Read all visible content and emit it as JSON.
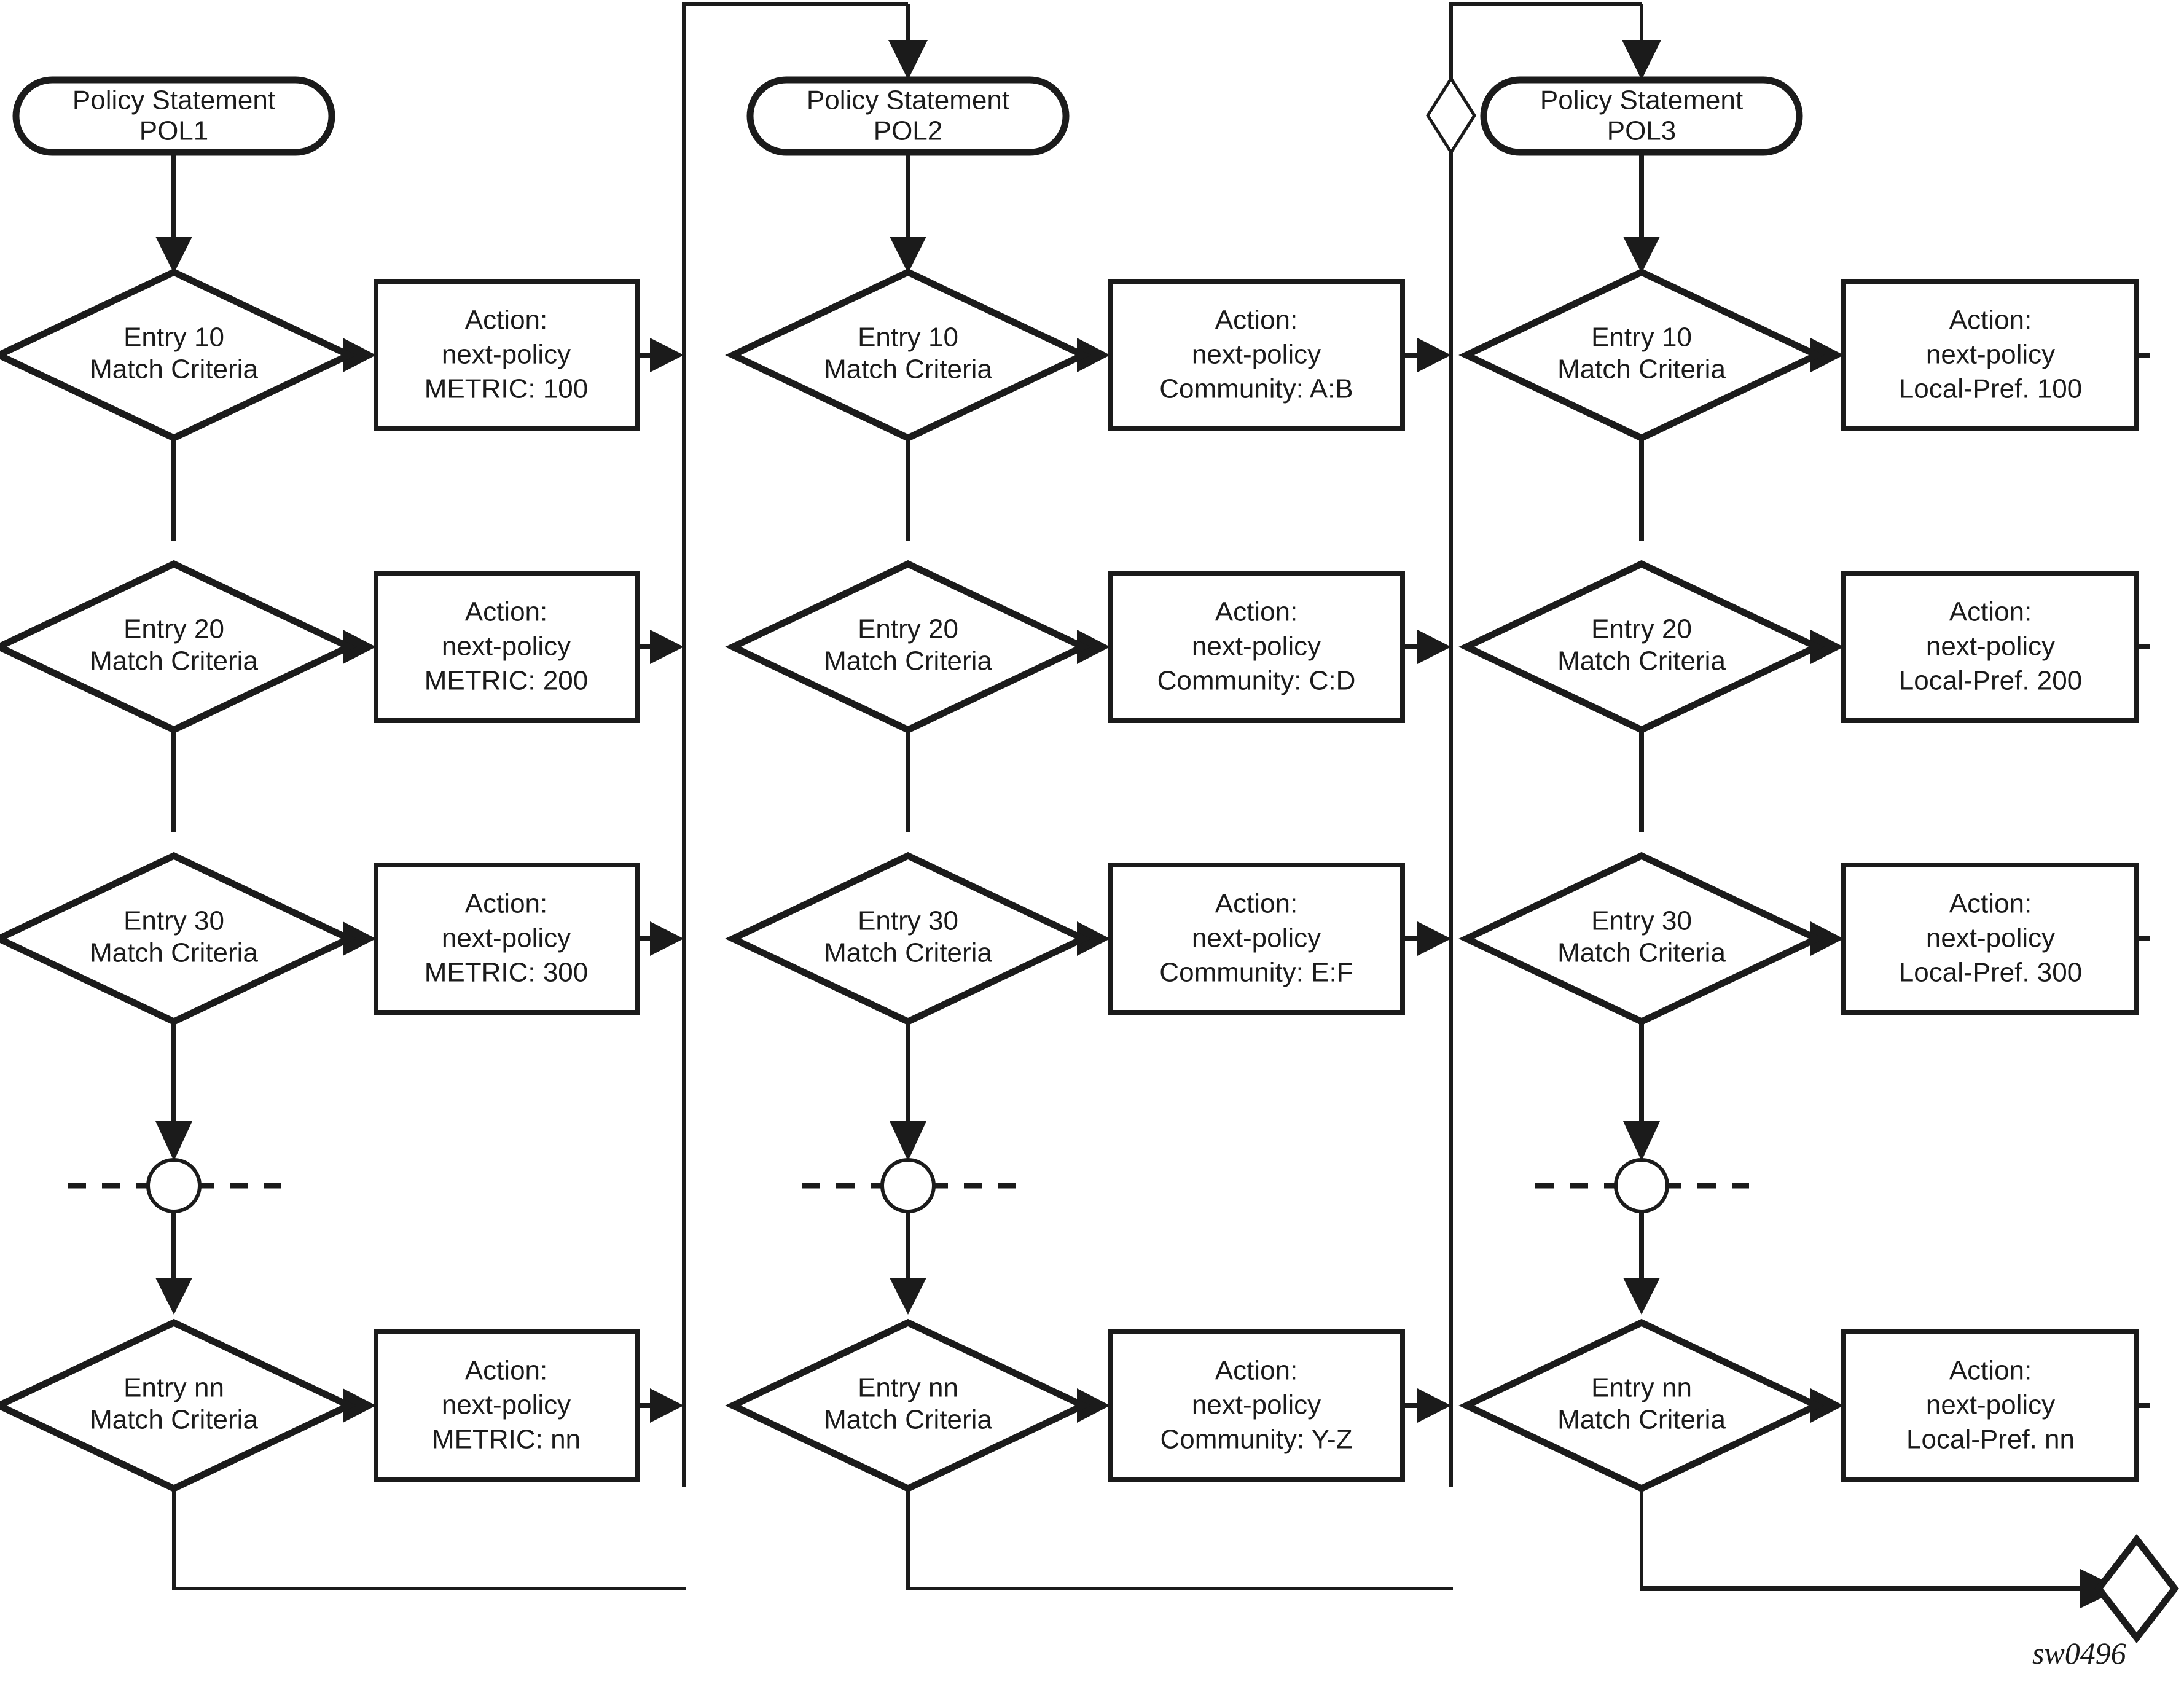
{
  "diagram": {
    "caption": "sw0496",
    "ink_color": "#1b1b1b",
    "background_color": "#ffffff",
    "columns": [
      {
        "id": "pol1",
        "header": {
          "line1": "Policy Statement",
          "line2": "POL1"
        },
        "rows": [
          {
            "entry": {
              "line1": "Entry 10",
              "line2": "Match Criteria"
            },
            "action": {
              "line1": "Action:",
              "line2": "next-policy",
              "line3": "METRIC: 100"
            }
          },
          {
            "entry": {
              "line1": "Entry 20",
              "line2": "Match Criteria"
            },
            "action": {
              "line1": "Action:",
              "line2": "next-policy",
              "line3": "METRIC: 200"
            }
          },
          {
            "entry": {
              "line1": "Entry 30",
              "line2": "Match Criteria"
            },
            "action": {
              "line1": "Action:",
              "line2": "next-policy",
              "line3": "METRIC: 300"
            }
          },
          {
            "entry": {
              "line1": "Entry nn",
              "line2": "Match Criteria"
            },
            "action": {
              "line1": "Action:",
              "line2": "next-policy",
              "line3": "METRIC: nn"
            }
          }
        ]
      },
      {
        "id": "pol2",
        "header": {
          "line1": "Policy Statement",
          "line2": "POL2"
        },
        "rows": [
          {
            "entry": {
              "line1": "Entry 10",
              "line2": "Match Criteria"
            },
            "action": {
              "line1": "Action:",
              "line2": "next-policy",
              "line3": "Community: A:B"
            }
          },
          {
            "entry": {
              "line1": "Entry 20",
              "line2": "Match Criteria"
            },
            "action": {
              "line1": "Action:",
              "line2": "next-policy",
              "line3": "Community: C:D"
            }
          },
          {
            "entry": {
              "line1": "Entry 30",
              "line2": "Match Criteria"
            },
            "action": {
              "line1": "Action:",
              "line2": "next-policy",
              "line3": "Community: E:F"
            }
          },
          {
            "entry": {
              "line1": "Entry nn",
              "line2": "Match Criteria"
            },
            "action": {
              "line1": "Action:",
              "line2": "next-policy",
              "line3": "Community: Y-Z"
            }
          }
        ]
      },
      {
        "id": "pol3",
        "header": {
          "line1": "Policy Statement",
          "line2": "POL3"
        },
        "rows": [
          {
            "entry": {
              "line1": "Entry 10",
              "line2": "Match Criteria"
            },
            "action": {
              "line1": "Action:",
              "line2": "next-policy",
              "line3": "Local-Pref. 100"
            }
          },
          {
            "entry": {
              "line1": "Entry 20",
              "line2": "Match Criteria"
            },
            "action": {
              "line1": "Action:",
              "line2": "next-policy",
              "line3": "Local-Pref. 200"
            }
          },
          {
            "entry": {
              "line1": "Entry 30",
              "line2": "Match Criteria"
            },
            "action": {
              "line1": "Action:",
              "line2": "next-policy",
              "line3": "Local-Pref. 300"
            }
          },
          {
            "entry": {
              "line1": "Entry nn",
              "line2": "Match Criteria"
            },
            "action": {
              "line1": "Action:",
              "line2": "next-policy",
              "line3": "Local-Pref. nn"
            }
          }
        ]
      }
    ]
  }
}
